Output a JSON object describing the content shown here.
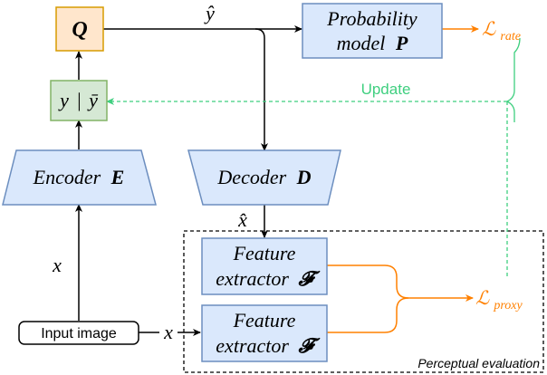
{
  "diagram": {
    "nodes": {
      "quantizer": {
        "symbol": "Q"
      },
      "latent": {
        "y": "y",
        "bar": "|",
        "ybar": "ȳ"
      },
      "encoder": {
        "label": "Encoder",
        "symbol": "E"
      },
      "decoder": {
        "label": "Decoder",
        "symbol": "D"
      },
      "probability_model": {
        "line1": "Probability",
        "line2": "model",
        "symbol": "P"
      },
      "feature_extractor_top": {
        "line1": "Feature",
        "line2": "extractor",
        "symbol": "𝓕"
      },
      "feature_extractor_bottom": {
        "line1": "Feature",
        "line2": "extractor",
        "symbol": "𝓕"
      },
      "input_image": {
        "label": "Input image"
      },
      "perceptual_group": {
        "label": "Perceptual evaluation"
      }
    },
    "edge_labels": {
      "y_hat": "ŷ",
      "x_hat": "x̂",
      "x_left": "x",
      "x_right": "x"
    },
    "losses": {
      "rate": {
        "symbol": "ℒ",
        "subscript": "rate"
      },
      "proxy": {
        "symbol": "ℒ",
        "subscript": "proxy"
      }
    },
    "update_label": "Update",
    "colors": {
      "quantizer_fill": "#ffe6cc",
      "quantizer_stroke": "#d79b00",
      "latent_fill": "#d5e8d4",
      "latent_stroke": "#82b366",
      "block_fill": "#dae8fc",
      "block_stroke": "#6c8ebf",
      "loss_orange": "#ff8000",
      "update_green": "#3fcf7f"
    }
  }
}
